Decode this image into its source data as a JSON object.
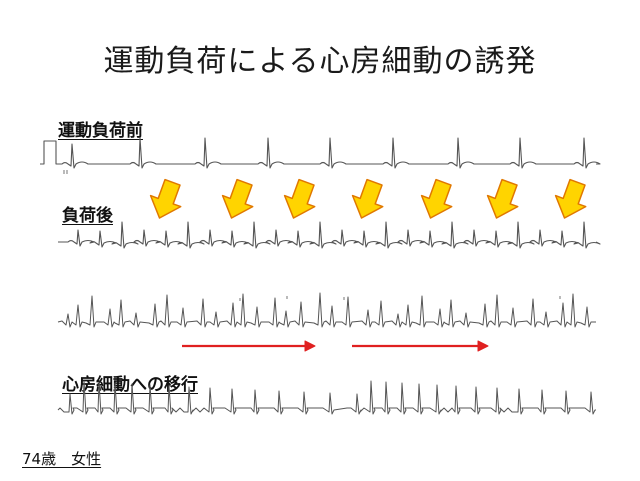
{
  "title": "運動負荷による心房細動の誘発",
  "sections": {
    "before_label": "運動負荷前",
    "after_label": "負荷後",
    "af_label": "心房細動への移行"
  },
  "footer": "74歳　女性",
  "colors": {
    "trace": "#555555",
    "arrow_fill": "#ffd400",
    "arrow_stroke": "#e07800",
    "red_arrow": "#e02020"
  }
}
